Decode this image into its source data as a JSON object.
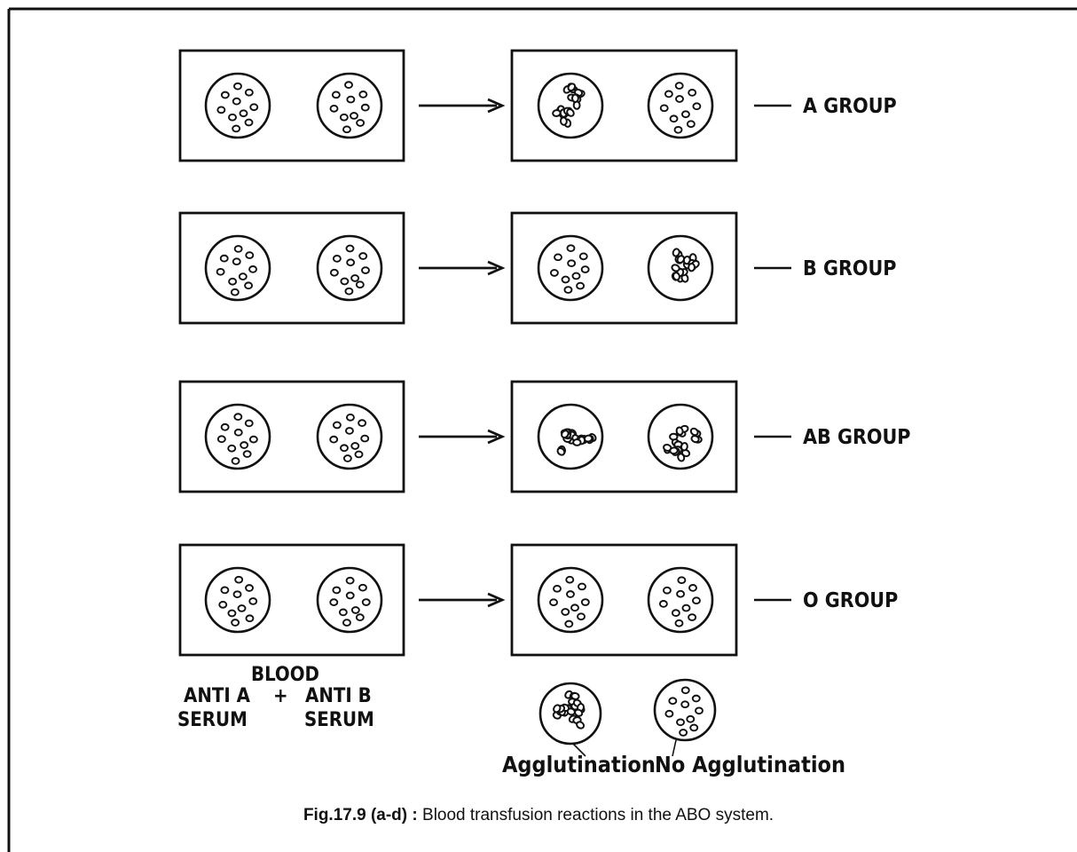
{
  "rows": [
    {
      "group_label": "A GROUP",
      "after": [
        "agglutination",
        "no-agglutination"
      ]
    },
    {
      "group_label": "B GROUP",
      "after": [
        "no-agglutination",
        "agglutination"
      ]
    },
    {
      "group_label": "AB GROUP",
      "after": [
        "agglutination",
        "agglutination"
      ]
    },
    {
      "group_label": "O GROUP",
      "after": [
        "no-agglutination",
        "no-agglutination"
      ]
    }
  ],
  "bottom_labels": {
    "blood": "BLOOD",
    "anti_a": "ANTI A",
    "plus": "+",
    "anti_b": "ANTI B",
    "serum_left": "SERUM",
    "serum_right": "SERUM"
  },
  "legend": {
    "agglutination": "Agglutination",
    "no_agglutination": "No Agglutination"
  },
  "caption": {
    "figure_number": "Fig.17.9 (a-d) :",
    "text": "Blood transfusion reactions in the ABO system."
  }
}
